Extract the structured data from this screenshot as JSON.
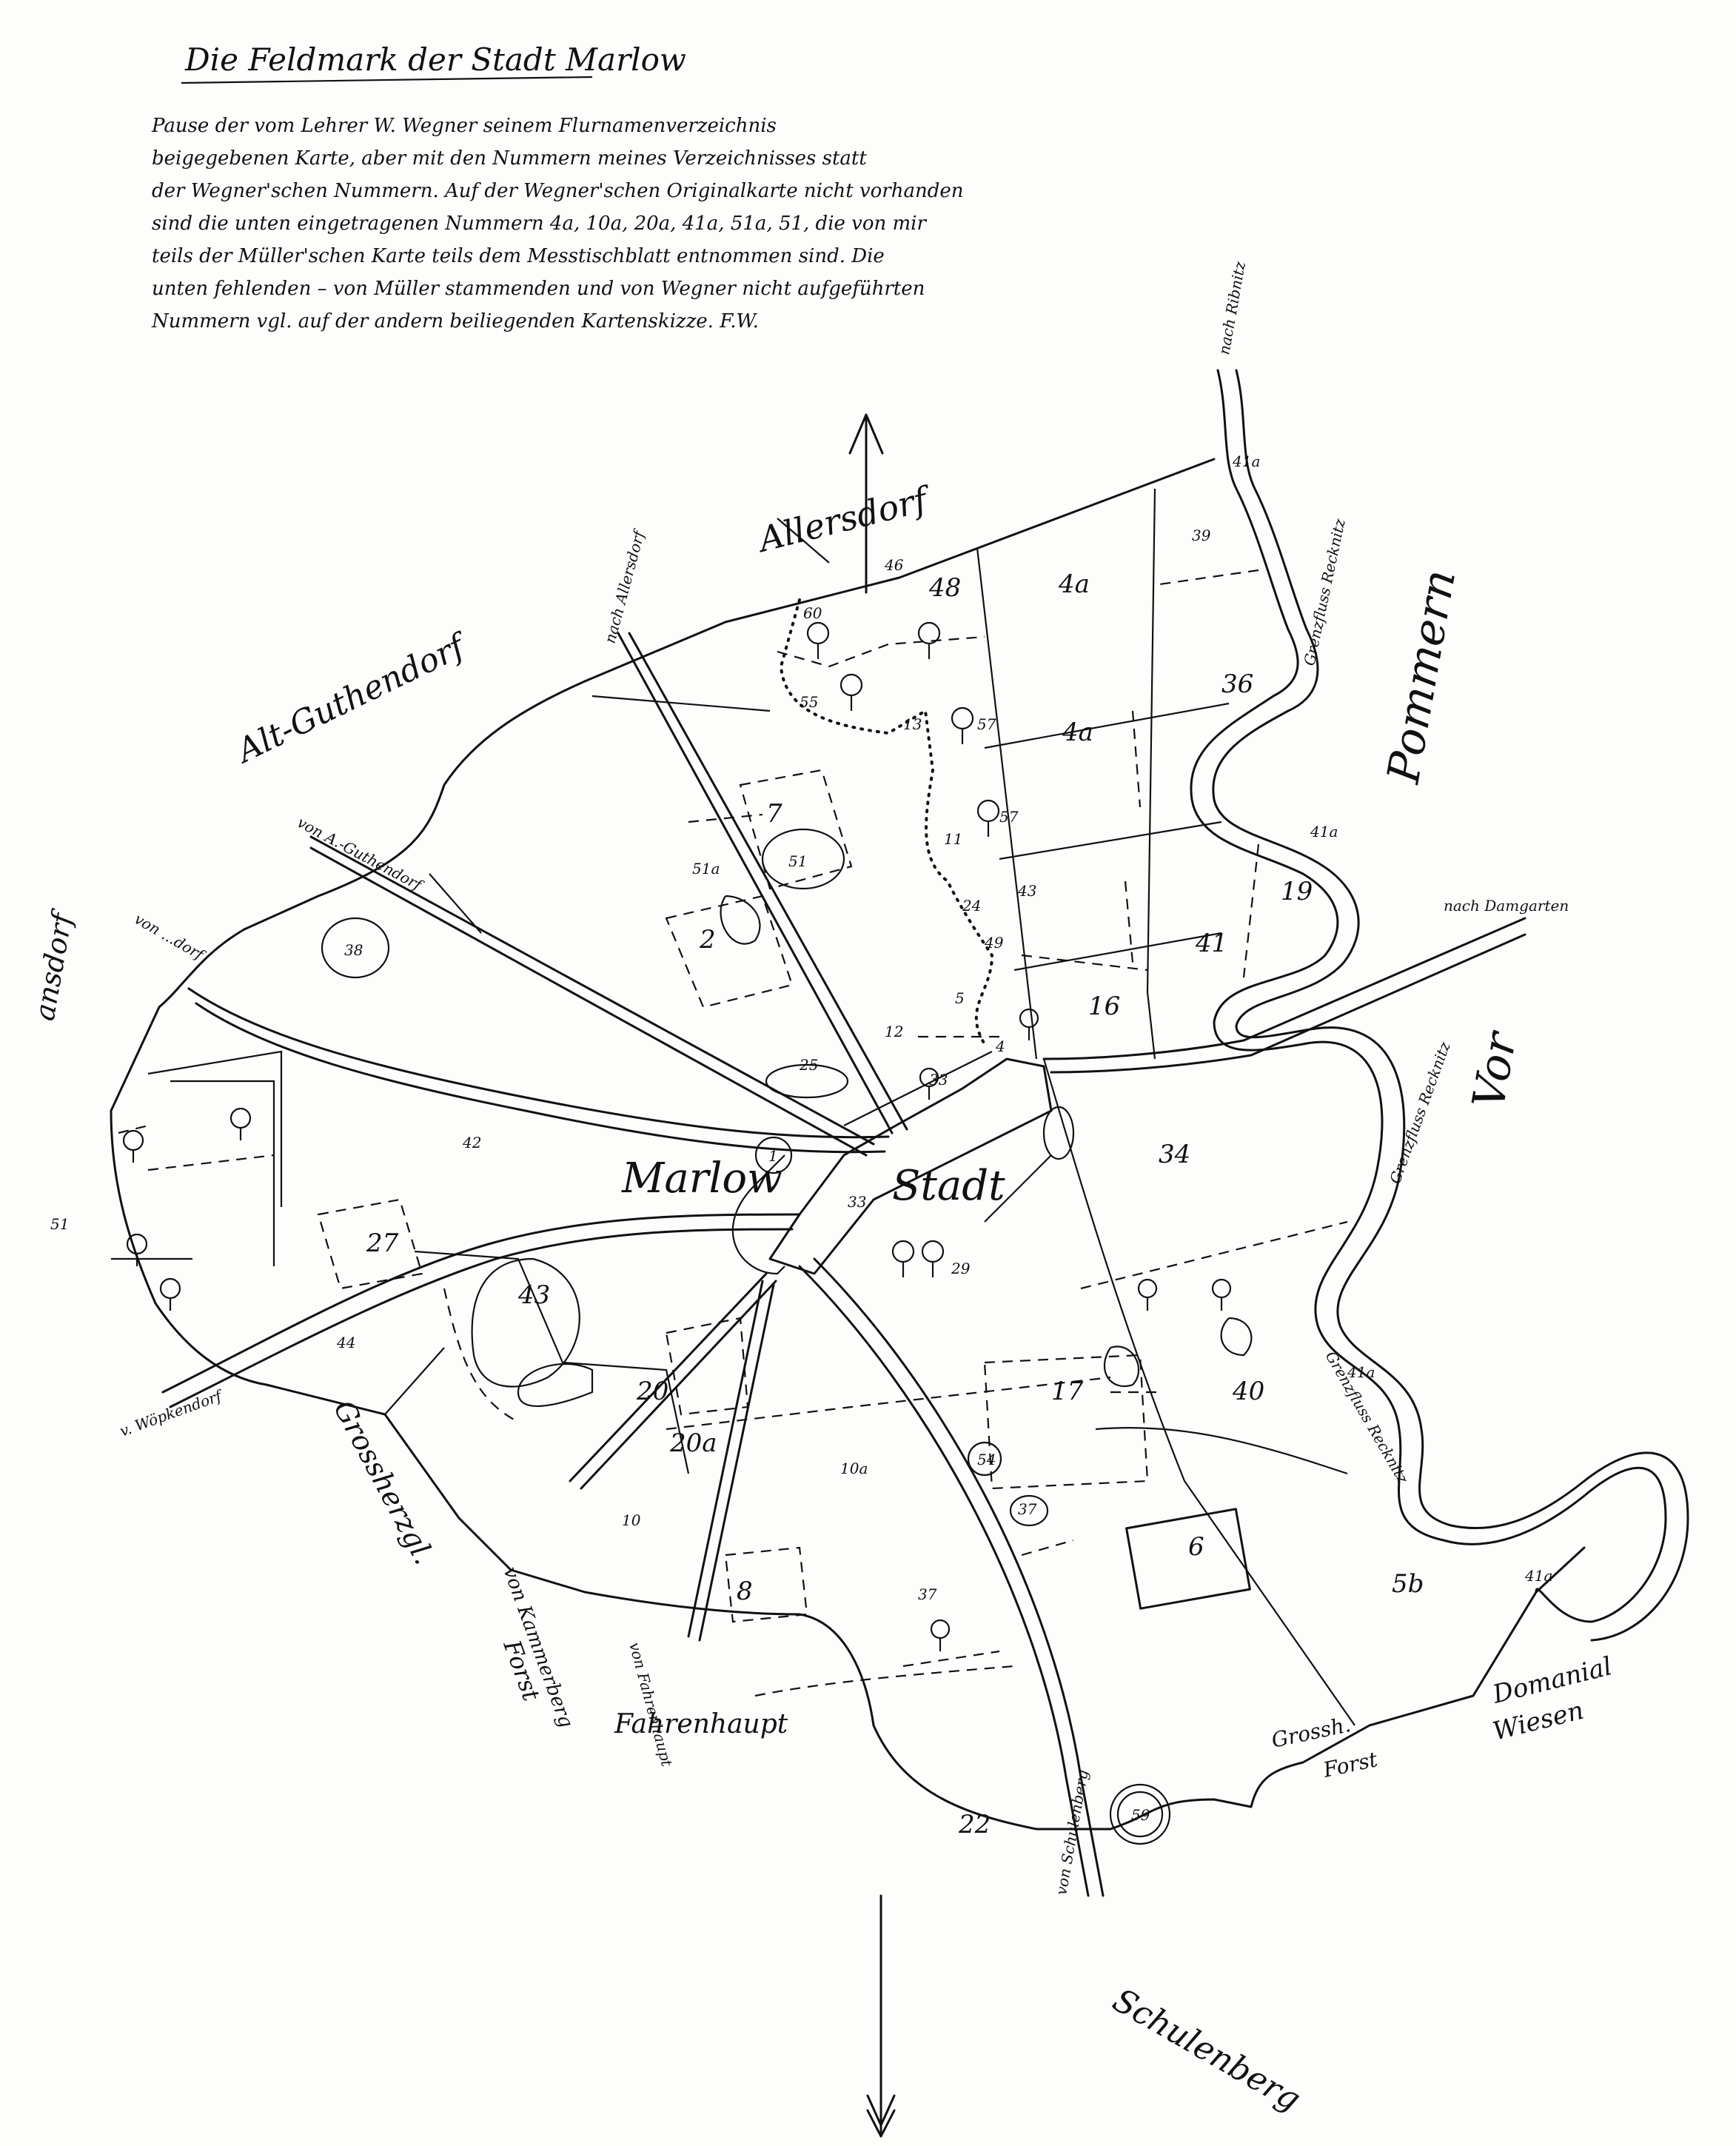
{
  "map": {
    "title": "Die Feldmark der Stadt Marlow",
    "note_lines": [
      "Pause der vom Lehrer W. Wegner seinem Flurnamenverzeichnis",
      "beigegebenen Karte, aber mit den Nummern meines Verzeichnisses statt",
      "der Wegner'schen Nummern. Auf der Wegner'schen Originalkarte nicht vorhanden",
      "sind die unten eingetragenen Nummern 4a, 10a, 20a, 41a, 51a, 51, die von mir",
      "teils der Müller'schen Karte teils dem Messtischblatt entnommen sind. Die",
      "unten fehlenden – von Müller stammenden und von Wegner nicht aufgeführten",
      "Nummern vgl. auf der andern beiliegenden Kartenskizze. F.W."
    ],
    "place_labels": {
      "allersdorf": "Allersdorf",
      "alt_guthendorf": "Alt-Guthendorf",
      "marlow": "Marlow",
      "stadt": "Stadt",
      "pommern": "Pommern",
      "vor": "Vor",
      "grossherzgl": "Grossherzgl.",
      "kammerberg_forst_a": "von Kammerberg",
      "kammerberg_forst_b": "Forst",
      "fahrenhaupt": "Fahrenhaupt",
      "domanial": "Domanial",
      "wiesen": "Wiesen",
      "schulenberg": "Schulenberg",
      "grossh_forst_a": "Grossh.",
      "grossh_forst_b": "Forst",
      "dorf_left": "ansdorf",
      "grenzfluss_1": "Grenzfluss Recknitz",
      "grenzfluss_2": "Grenzfluss Recknitz",
      "grenzfluss_3": "Grenzfluss Recknitz"
    },
    "road_labels": {
      "nach_ribnitz": "nach Ribnitz",
      "nach_allersdorf": "nach Allersdorf",
      "von_alt_guthendorf": "von A.-Guthendorf",
      "von_dorf": "von ...dorf",
      "nach_damgarten": "nach Damgarten",
      "v_woplendorf": "v. Wöpkendorf",
      "von_fahrenhaupt": "von Fahrenhaupt",
      "von_schulenberg": "von Schulenberg"
    },
    "field_numbers": [
      "46",
      "48",
      "60",
      "4a",
      "39",
      "41a",
      "36",
      "55",
      "13",
      "57",
      "4a",
      "57",
      "7",
      "51",
      "51a",
      "11",
      "24",
      "43",
      "2",
      "49",
      "5",
      "41",
      "19",
      "41a",
      "12",
      "4",
      "16",
      "33",
      "25",
      "38",
      "42",
      "1",
      "33",
      "29",
      "34",
      "27",
      "43",
      "20",
      "44",
      "17",
      "40",
      "41a",
      "10a",
      "20a",
      "54",
      "37",
      "10",
      "8",
      "37",
      "6",
      "5b",
      "41a",
      "22",
      "59",
      "51"
    ]
  }
}
